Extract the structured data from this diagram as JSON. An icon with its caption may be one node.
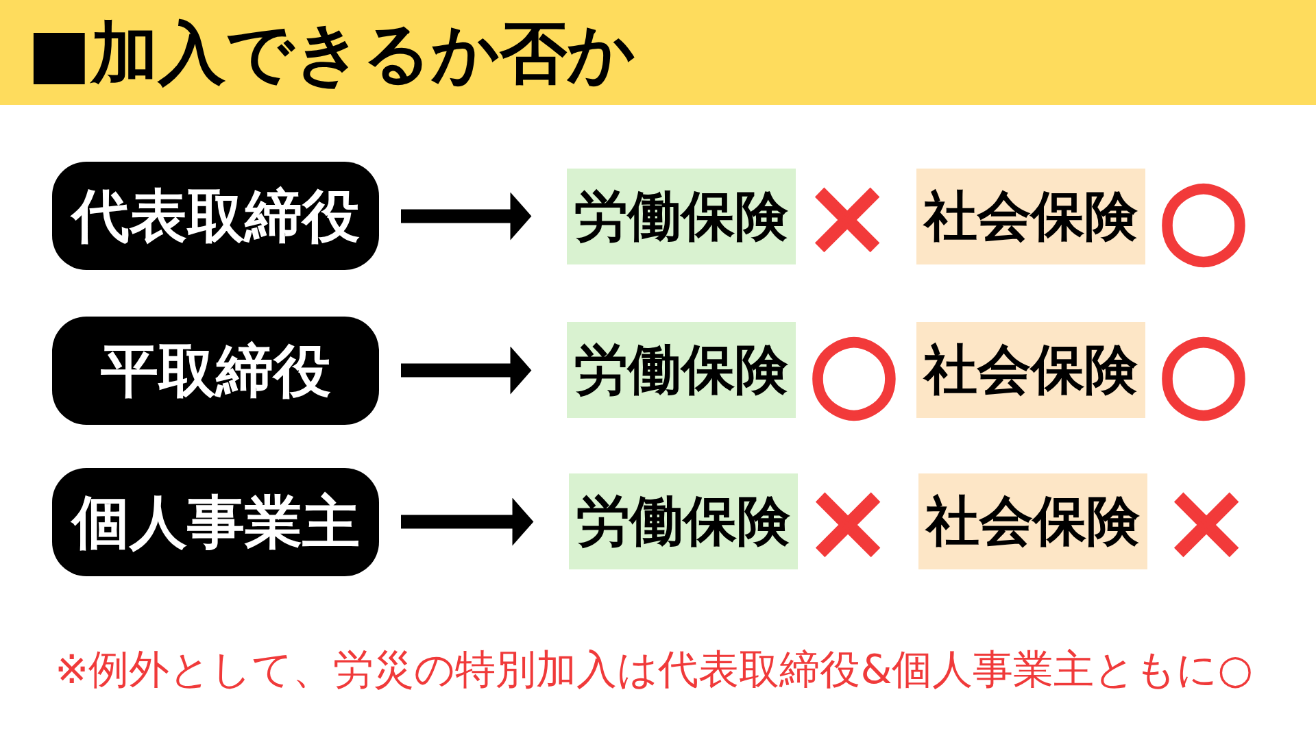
{
  "diagram": {
    "title": "■加入できるか否か",
    "nodes": [
      {
        "text": [
          "代表取締役"
        ]
      },
      {
        "text": [
          "労働保険"
        ],
        "beside": [
          "×"
        ]
      },
      {
        "text": [
          "社会保険"
        ],
        "beside": [
          "○"
        ]
      },
      {
        "text": [
          "平取締役"
        ]
      },
      {
        "text": [
          "労働保険"
        ],
        "beside": [
          "○"
        ]
      },
      {
        "text": [
          "社会保険"
        ],
        "beside": [
          "○"
        ]
      },
      {
        "text": [
          "個人事業主"
        ]
      },
      {
        "text": [
          "労働保険"
        ],
        "beside": [
          "×"
        ]
      },
      {
        "text": [
          "社会保険"
        ],
        "beside": [
          "×"
        ]
      }
    ],
    "edges": [
      {
        "from": 0,
        "to": 1,
        "arrow": "to"
      },
      {
        "from": 3,
        "to": 4,
        "arrow": "to"
      },
      {
        "from": 6,
        "to": 7,
        "arrow": "to"
      }
    ],
    "labels": [
      "※例外として、労災の特別加入は代表取締役&個人事業主ともに○"
    ]
  }
}
